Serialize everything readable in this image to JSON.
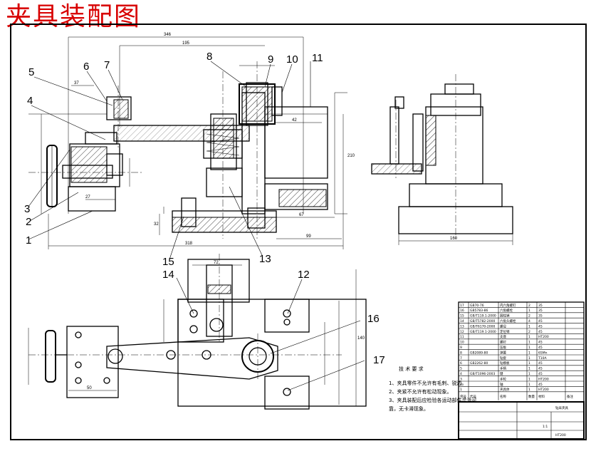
{
  "title": "夹具装配图",
  "part_numbers": [
    "1",
    "2",
    "3",
    "4",
    "5",
    "6",
    "7",
    "8",
    "9",
    "10",
    "11",
    "12",
    "13",
    "14",
    "15",
    "16",
    "17"
  ],
  "dimensions": {
    "top_346": "346",
    "d_195": "195",
    "d_37": "37",
    "d_42": "42",
    "d_27": "27",
    "d_67": "67",
    "d_99": "99",
    "d_318": "318",
    "d_72": "72",
    "d_50": "50",
    "d_32": "32",
    "d_210": "210",
    "d_160": "160",
    "d_140": "140"
  },
  "notes": {
    "heading": "技 术 要 求",
    "items": [
      "1、夹具零件不允许有毛刺、锐边。",
      "2、夹紧不允许有松动现象。",
      "3、夹具装配后应检验各运动部件灵活可",
      "   靠，无卡滞现象。"
    ]
  },
  "bom": {
    "rows": [
      [
        "17",
        "GB70-76",
        "内六角螺钉",
        "2",
        "35",
        ""
      ],
      [
        "16",
        "GB5783-86",
        "六角螺栓",
        "1",
        "35",
        ""
      ],
      [
        "15",
        "GB/T119.1-2000",
        "圆柱销",
        "2",
        "35",
        ""
      ],
      [
        "14",
        "GB/T5782-2000",
        "六角头螺栓",
        "4",
        "45",
        ""
      ],
      [
        "13",
        "GB/T6170-2000",
        "螺母",
        "1",
        "45",
        ""
      ],
      [
        "12",
        "GB/T119.1-2000",
        "定位销",
        "2",
        "45",
        ""
      ],
      [
        "11",
        "",
        "支座",
        "1",
        "HT200",
        ""
      ],
      [
        "10",
        "",
        "螺钉",
        "1",
        "45",
        ""
      ],
      [
        "9",
        "",
        "压板",
        "1",
        "45",
        ""
      ],
      [
        "8",
        "GB2089-80",
        "弹簧",
        "1",
        "65Mn",
        ""
      ],
      [
        "7",
        "",
        "钻套",
        "1",
        "T10A",
        ""
      ],
      [
        "6",
        "GB2262-80",
        "钻模板",
        "1",
        "45",
        ""
      ],
      [
        "5",
        "",
        "手柄",
        "1",
        "45",
        ""
      ],
      [
        "4",
        "GB/T1096-2003",
        "键",
        "1",
        "45",
        ""
      ],
      [
        "3",
        "",
        "手轮",
        "1",
        "HT200",
        ""
      ],
      [
        "2",
        "",
        "轴",
        "1",
        "45",
        ""
      ],
      [
        "1",
        "",
        "夹具体",
        "1",
        "HT200",
        ""
      ]
    ],
    "header": [
      "序号",
      "代号",
      "名称",
      "数量",
      "材料",
      "备注"
    ],
    "drawing_name": "钻床夹具",
    "material": "HT200",
    "scale": "1:1"
  }
}
